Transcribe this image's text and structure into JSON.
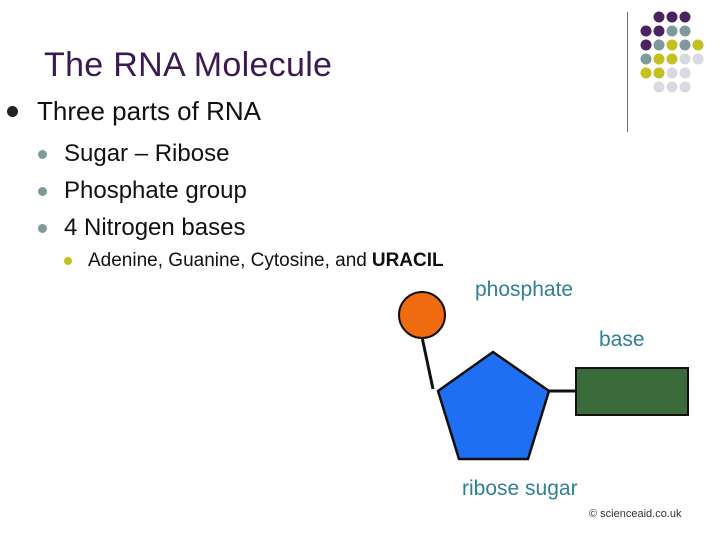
{
  "slide": {
    "title": "The RNA Molecule",
    "bullets": {
      "main": "Three parts of RNA",
      "sub": [
        "Sugar – Ribose",
        "Phosphate group",
        "4 Nitrogen bases"
      ],
      "subsub_prefix": "Adenine, Guanine, Cytosine, and",
      "subsub_emphasis": "URACIL"
    }
  },
  "diagram": {
    "label_phosphate": "phosphate",
    "label_base": "base",
    "label_sugar": "ribose sugar",
    "copyright": "© scienceaid.co.uk"
  },
  "colors": {
    "title": "#3b1a52",
    "phosphate": "#f06a10",
    "sugar": "#1f6ff2",
    "base": "#3b6b3b",
    "label": "#2f7f96",
    "dot_purple": "#4a2360",
    "dot_teal": "#7e9a9c",
    "dot_olive": "#c3c01f",
    "dot_light": "#d9d9e2"
  }
}
